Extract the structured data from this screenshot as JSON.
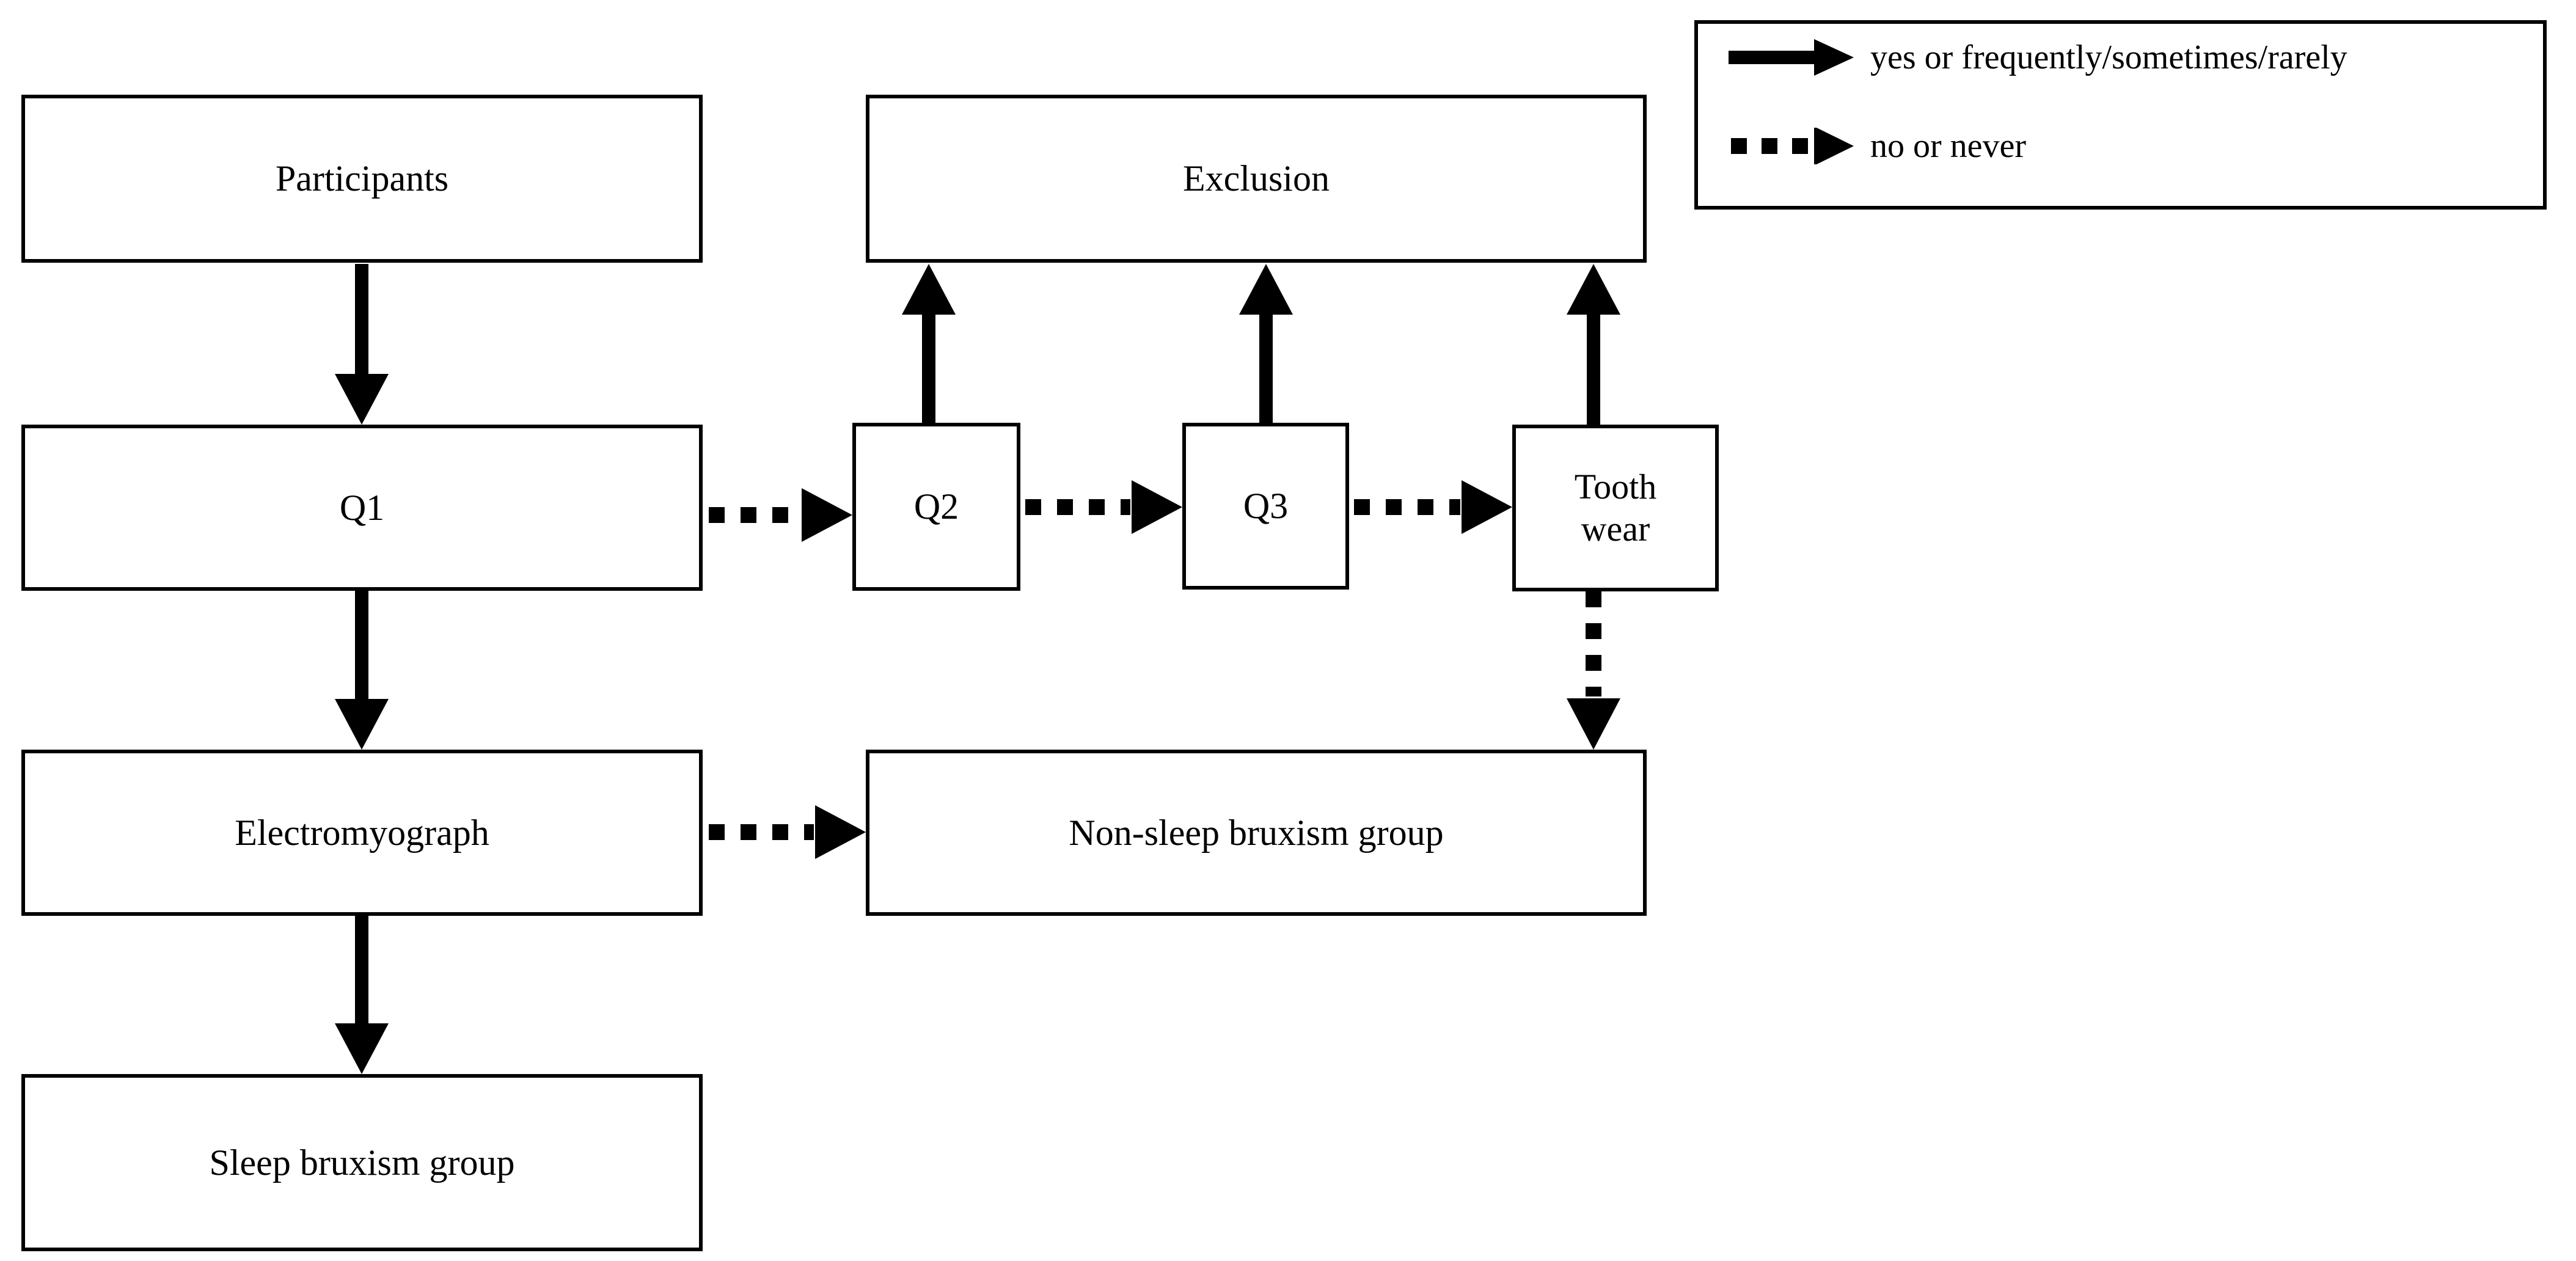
{
  "diagram": {
    "title": "Participant flow / bruxism screening flowchart",
    "nodes": [
      {
        "id": "participants",
        "label": "Participants"
      },
      {
        "id": "q1",
        "label": "Q1"
      },
      {
        "id": "electromyograph",
        "label": "Electromyograph"
      },
      {
        "id": "sleep_group",
        "label": "Sleep bruxism group"
      },
      {
        "id": "exclusion",
        "label": "Exclusion"
      },
      {
        "id": "q2",
        "label": "Q2"
      },
      {
        "id": "q3",
        "label": "Q3"
      },
      {
        "id": "tooth_wear",
        "label": "Tooth\nwear"
      },
      {
        "id": "nonsleep_group",
        "label": "Non-sleep bruxism group"
      }
    ],
    "edges": [
      {
        "from": "participants",
        "to": "q1",
        "style": "solid",
        "direction": "down"
      },
      {
        "from": "q1",
        "to": "electromyograph",
        "style": "solid",
        "direction": "down"
      },
      {
        "from": "electromyograph",
        "to": "sleep_group",
        "style": "solid",
        "direction": "down"
      },
      {
        "from": "q1",
        "to": "q2",
        "style": "dotted",
        "direction": "right"
      },
      {
        "from": "q2",
        "to": "q3",
        "style": "dotted",
        "direction": "right"
      },
      {
        "from": "q3",
        "to": "tooth_wear",
        "style": "dotted",
        "direction": "right"
      },
      {
        "from": "q2",
        "to": "exclusion",
        "style": "solid",
        "direction": "up"
      },
      {
        "from": "q3",
        "to": "exclusion",
        "style": "solid",
        "direction": "up"
      },
      {
        "from": "tooth_wear",
        "to": "exclusion",
        "style": "solid",
        "direction": "up"
      },
      {
        "from": "electromyograph",
        "to": "nonsleep_group",
        "style": "dotted",
        "direction": "right"
      },
      {
        "from": "tooth_wear",
        "to": "nonsleep_group",
        "style": "dotted",
        "direction": "down"
      }
    ]
  },
  "legend": {
    "solid_label": "yes or frequently/sometimes/rarely",
    "dotted_label": "no or never"
  },
  "colors": {
    "stroke": "#000000",
    "background": "#ffffff",
    "text": "#000000"
  }
}
